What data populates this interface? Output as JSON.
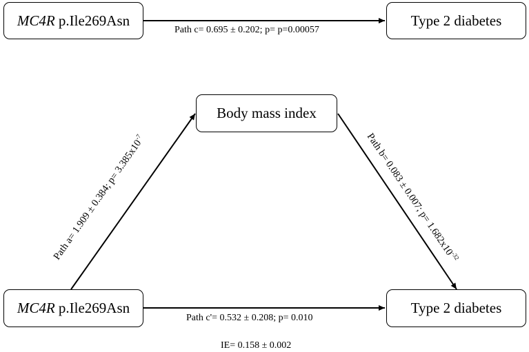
{
  "top_panel": {
    "exposure": {
      "gene": "MC4R",
      "variant": "p.Ile269Asn"
    },
    "outcome": "Type 2 diabetes",
    "path_c": "Path c= 0.695 ± 0.202; p= p=0.00057"
  },
  "bottom_panel": {
    "exposure": {
      "gene": "MC4R",
      "variant": "p.Ile269Asn"
    },
    "mediator": "Body mass index",
    "outcome": "Type 2 diabetes",
    "path_a": {
      "text": "Path a= 1.909 ± 0.384; p= 3.385x10",
      "exp": "-7"
    },
    "path_b": {
      "text": "Path b= 0.083 ± 0.007; p= 1.682x10",
      "exp": "-32"
    },
    "path_c_prime": "Path c'= 0.532 ± 0.208; p= 0.010",
    "indirect_effect": "IE= 0.158 ± 0.002"
  }
}
